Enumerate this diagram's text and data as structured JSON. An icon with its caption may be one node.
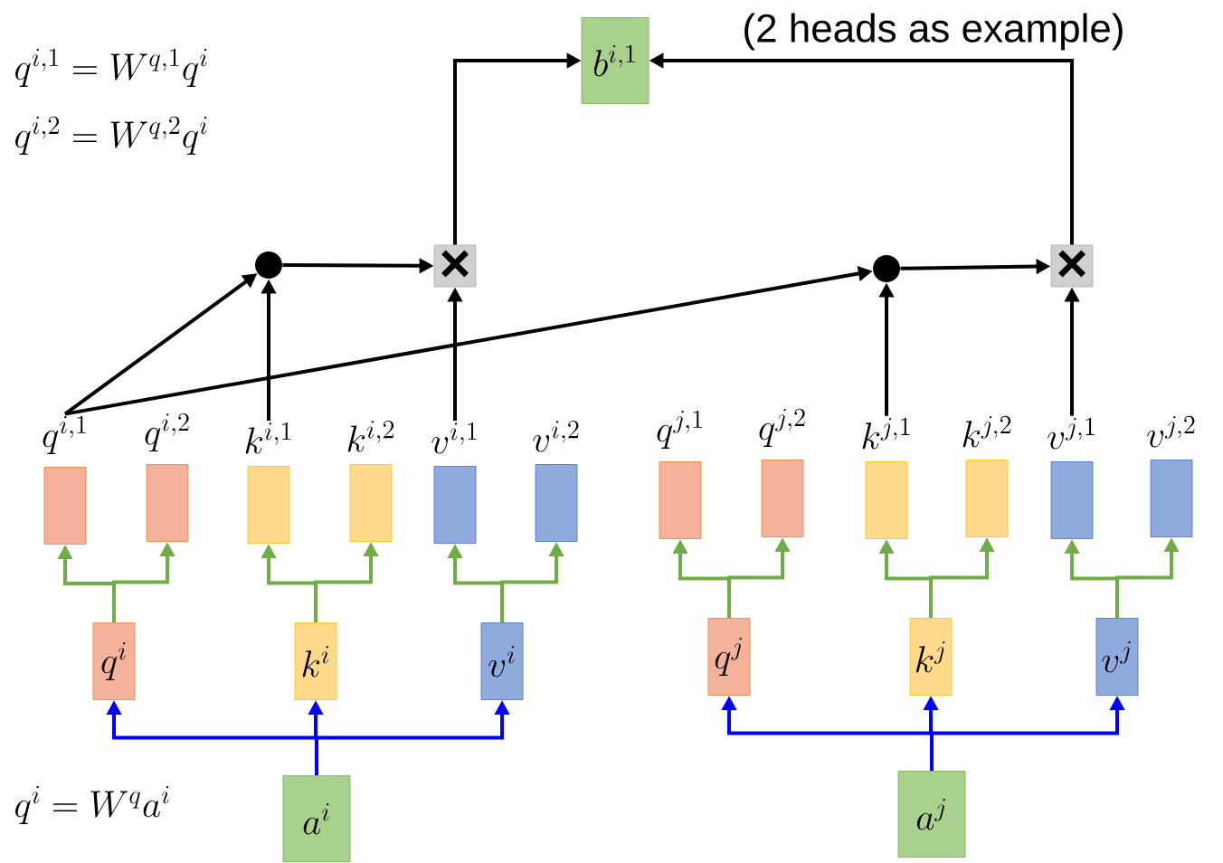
{
  "diagram": {
    "nodes": [
      {
        "text": [
          "b^{i,1}"
        ]
      },
      {
        "text": [],
        "shape": "circle"
      },
      {
        "text": [
          "×"
        ]
      },
      {
        "text": [],
        "shape": "circle"
      },
      {
        "text": [
          "×"
        ]
      },
      {
        "text": [
          "q^{i,1}"
        ]
      },
      {
        "text": [
          "q^{i,2}"
        ]
      },
      {
        "text": [
          "k^{i,1}"
        ]
      },
      {
        "text": [
          "k^{i,2}"
        ]
      },
      {
        "text": [
          "v^{i,1}"
        ]
      },
      {
        "text": [
          "v^{i,2}"
        ]
      },
      {
        "text": [
          "q^{j,1}"
        ]
      },
      {
        "text": [
          "q^{j,2}"
        ]
      },
      {
        "text": [
          "k^{j,1}"
        ]
      },
      {
        "text": [
          "k^{j,2}"
        ]
      },
      {
        "text": [
          "v^{j,1}"
        ]
      },
      {
        "text": [
          "v^{j,2}"
        ]
      },
      {
        "text": [
          "q^i"
        ]
      },
      {
        "text": [
          "k^i"
        ]
      },
      {
        "text": [
          "v^i"
        ]
      },
      {
        "text": [
          "q^j"
        ]
      },
      {
        "text": [
          "k^j"
        ]
      },
      {
        "text": [
          "v^j"
        ]
      },
      {
        "text": [
          "a^i"
        ]
      },
      {
        "text": [
          "a^j"
        ]
      }
    ],
    "edges": [
      {
        "from": 5,
        "to": 1,
        "arrow": "to",
        "color": "#000000"
      },
      {
        "from": 5,
        "to": 3,
        "arrow": "to",
        "color": "#000000"
      },
      {
        "from": 7,
        "to": 1,
        "arrow": "to",
        "color": "#000000"
      },
      {
        "from": 13,
        "to": 3,
        "arrow": "to",
        "color": "#000000"
      },
      {
        "from": 1,
        "to": 2,
        "arrow": "to",
        "color": "#000000"
      },
      {
        "from": 3,
        "to": 4,
        "arrow": "to",
        "color": "#000000"
      },
      {
        "from": 9,
        "to": 2,
        "arrow": "to",
        "color": "#000000"
      },
      {
        "from": 15,
        "to": 4,
        "arrow": "to",
        "color": "#000000"
      },
      {
        "from": 2,
        "to": 0,
        "arrow": "to",
        "color": "#000000"
      },
      {
        "from": 4,
        "to": 0,
        "arrow": "to",
        "color": "#000000"
      },
      {
        "from": 17,
        "to": 5,
        "arrow": "to",
        "color": "#70ad47"
      },
      {
        "from": 17,
        "to": 6,
        "arrow": "to",
        "color": "#70ad47"
      },
      {
        "from": 18,
        "to": 7,
        "arrow": "to",
        "color": "#70ad47"
      },
      {
        "from": 18,
        "to": 8,
        "arrow": "to",
        "color": "#70ad47"
      },
      {
        "from": 19,
        "to": 9,
        "arrow": "to",
        "color": "#70ad47"
      },
      {
        "from": 19,
        "to": 10,
        "arrow": "to",
        "color": "#70ad47"
      },
      {
        "from": 20,
        "to": 11,
        "arrow": "to",
        "color": "#70ad47"
      },
      {
        "from": 20,
        "to": 12,
        "arrow": "to",
        "color": "#70ad47"
      },
      {
        "from": 21,
        "to": 13,
        "arrow": "to",
        "color": "#70ad47"
      },
      {
        "from": 21,
        "to": 14,
        "arrow": "to",
        "color": "#70ad47"
      },
      {
        "from": 22,
        "to": 15,
        "arrow": "to",
        "color": "#70ad47"
      },
      {
        "from": 22,
        "to": 16,
        "arrow": "to",
        "color": "#70ad47"
      },
      {
        "from": 23,
        "to": 17,
        "arrow": "to",
        "color": "#0000ff"
      },
      {
        "from": 23,
        "to": 18,
        "arrow": "to",
        "color": "#0000ff"
      },
      {
        "from": 23,
        "to": 19,
        "arrow": "to",
        "color": "#0000ff"
      },
      {
        "from": 24,
        "to": 20,
        "arrow": "to",
        "color": "#0000ff"
      },
      {
        "from": 24,
        "to": 21,
        "arrow": "to",
        "color": "#0000ff"
      },
      {
        "from": 24,
        "to": 22,
        "arrow": "to",
        "color": "#0000ff"
      }
    ],
    "labels": [
      "(2 heads as example)",
      "q^{i,1} = W^{q,1}q^i",
      "q^{i,2} = W^{q,2}q^i",
      "q^i = W^q a^i"
    ]
  }
}
